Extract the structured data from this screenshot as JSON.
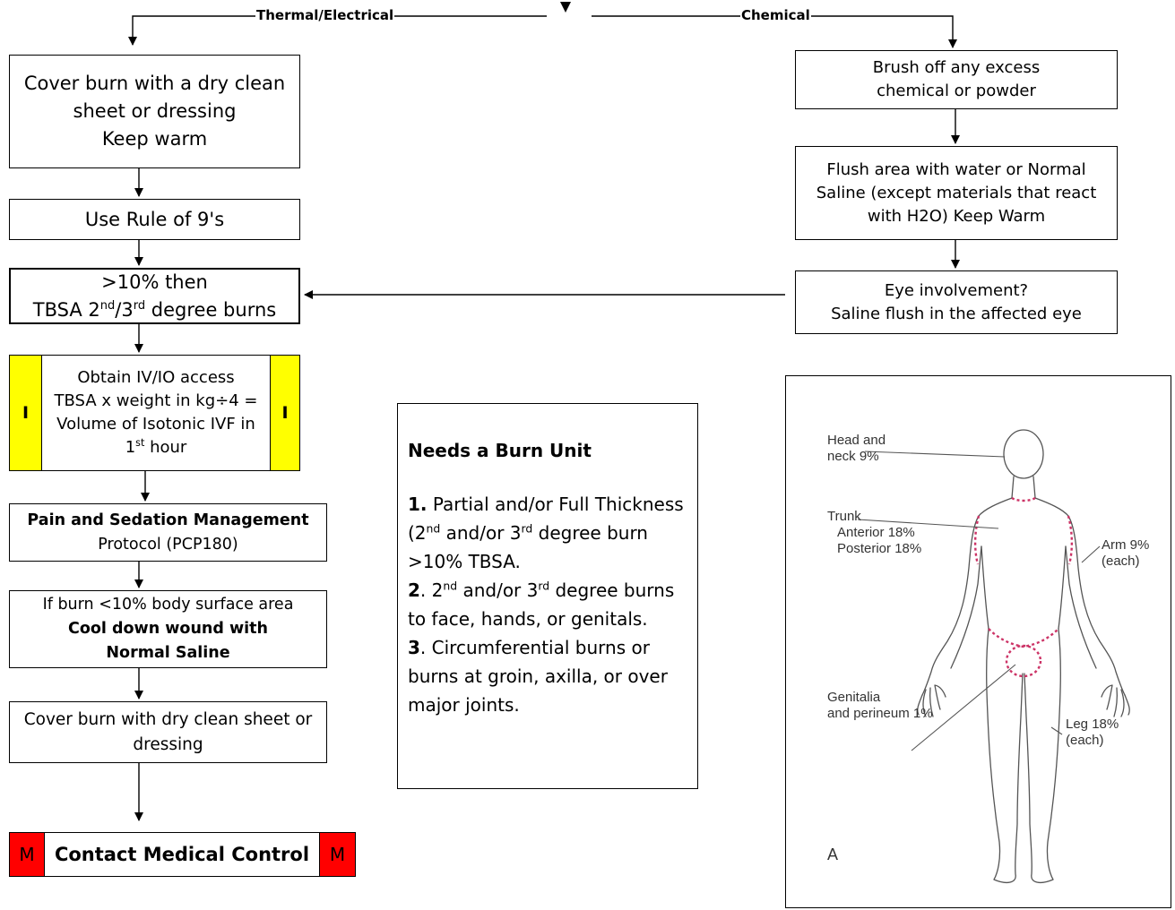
{
  "branches": {
    "left": "Thermal/Electrical",
    "right": "Chemical"
  },
  "left_flow": {
    "cover_dry": [
      "Cover burn with a dry clean",
      "sheet or dressing",
      "Keep warm"
    ],
    "rule_of_nines": "Use Rule of 9's",
    "tbsa": {
      "line1": ">10% then",
      "pre": "TBSA 2",
      "sup1": "nd",
      "mid": "/3",
      "sup2": "rd",
      "post": " degree burns"
    },
    "iv": {
      "badge": "I",
      "line1": "Obtain IV/IO access",
      "line2": "TBSA x weight in kg÷4 =",
      "line3": "Volume of Isotonic IVF in",
      "line4_num": "1",
      "line4_sup": "st",
      "line4_post": " hour"
    },
    "pain": {
      "bold": "Pain and Sedation Management",
      "normal": "Protocol (PCP180)"
    },
    "cool": {
      "line1": "If burn <10% body surface area",
      "bold1": "Cool down  wound with",
      "bold2": "Normal Saline"
    },
    "cover_dry2": [
      "Cover burn with dry clean sheet or",
      "dressing"
    ],
    "medical_control": {
      "badge": "M",
      "label": "Contact Medical Control"
    }
  },
  "right_flow": {
    "brush": [
      "Brush off any excess",
      "chemical or powder"
    ],
    "flush": [
      "Flush area with water or Normal",
      "Saline (except materials that react",
      "with H2O)  Keep Warm"
    ],
    "eye": [
      "Eye involvement?",
      "Saline flush in the affected eye"
    ]
  },
  "burn_unit": {
    "title": "Needs a Burn Unit",
    "item1_num": "1.",
    "item1_a": "  Partial and/or Full Thickness (2",
    "item1_sup1": "nd",
    "item1_b": " and/or 3",
    "item1_sup2": "rd",
    "item1_c": " degree burn >10% TBSA.",
    "item2_num": "2",
    "item2_a": ".  2",
    "item2_sup1": "nd",
    "item2_b": " and/or 3",
    "item2_sup2": "rd",
    "item2_c": " degree burns to face, hands, or genitals.",
    "item3_num": "3",
    "item3_a": ".  Circumferential burns or burns at groin, axilla, or over major joints."
  },
  "body_figure": {
    "labels": {
      "head": [
        "Head and",
        "neck 9%"
      ],
      "trunk": "Trunk",
      "anterior": "Anterior 18%",
      "posterior": "Posterior 18%",
      "arm": [
        "Arm 9%",
        "(each)"
      ],
      "genitalia": [
        "Genitalia",
        "and perineum 1%"
      ],
      "leg": [
        "Leg 18%",
        "(each)"
      ],
      "panel": "A"
    }
  }
}
